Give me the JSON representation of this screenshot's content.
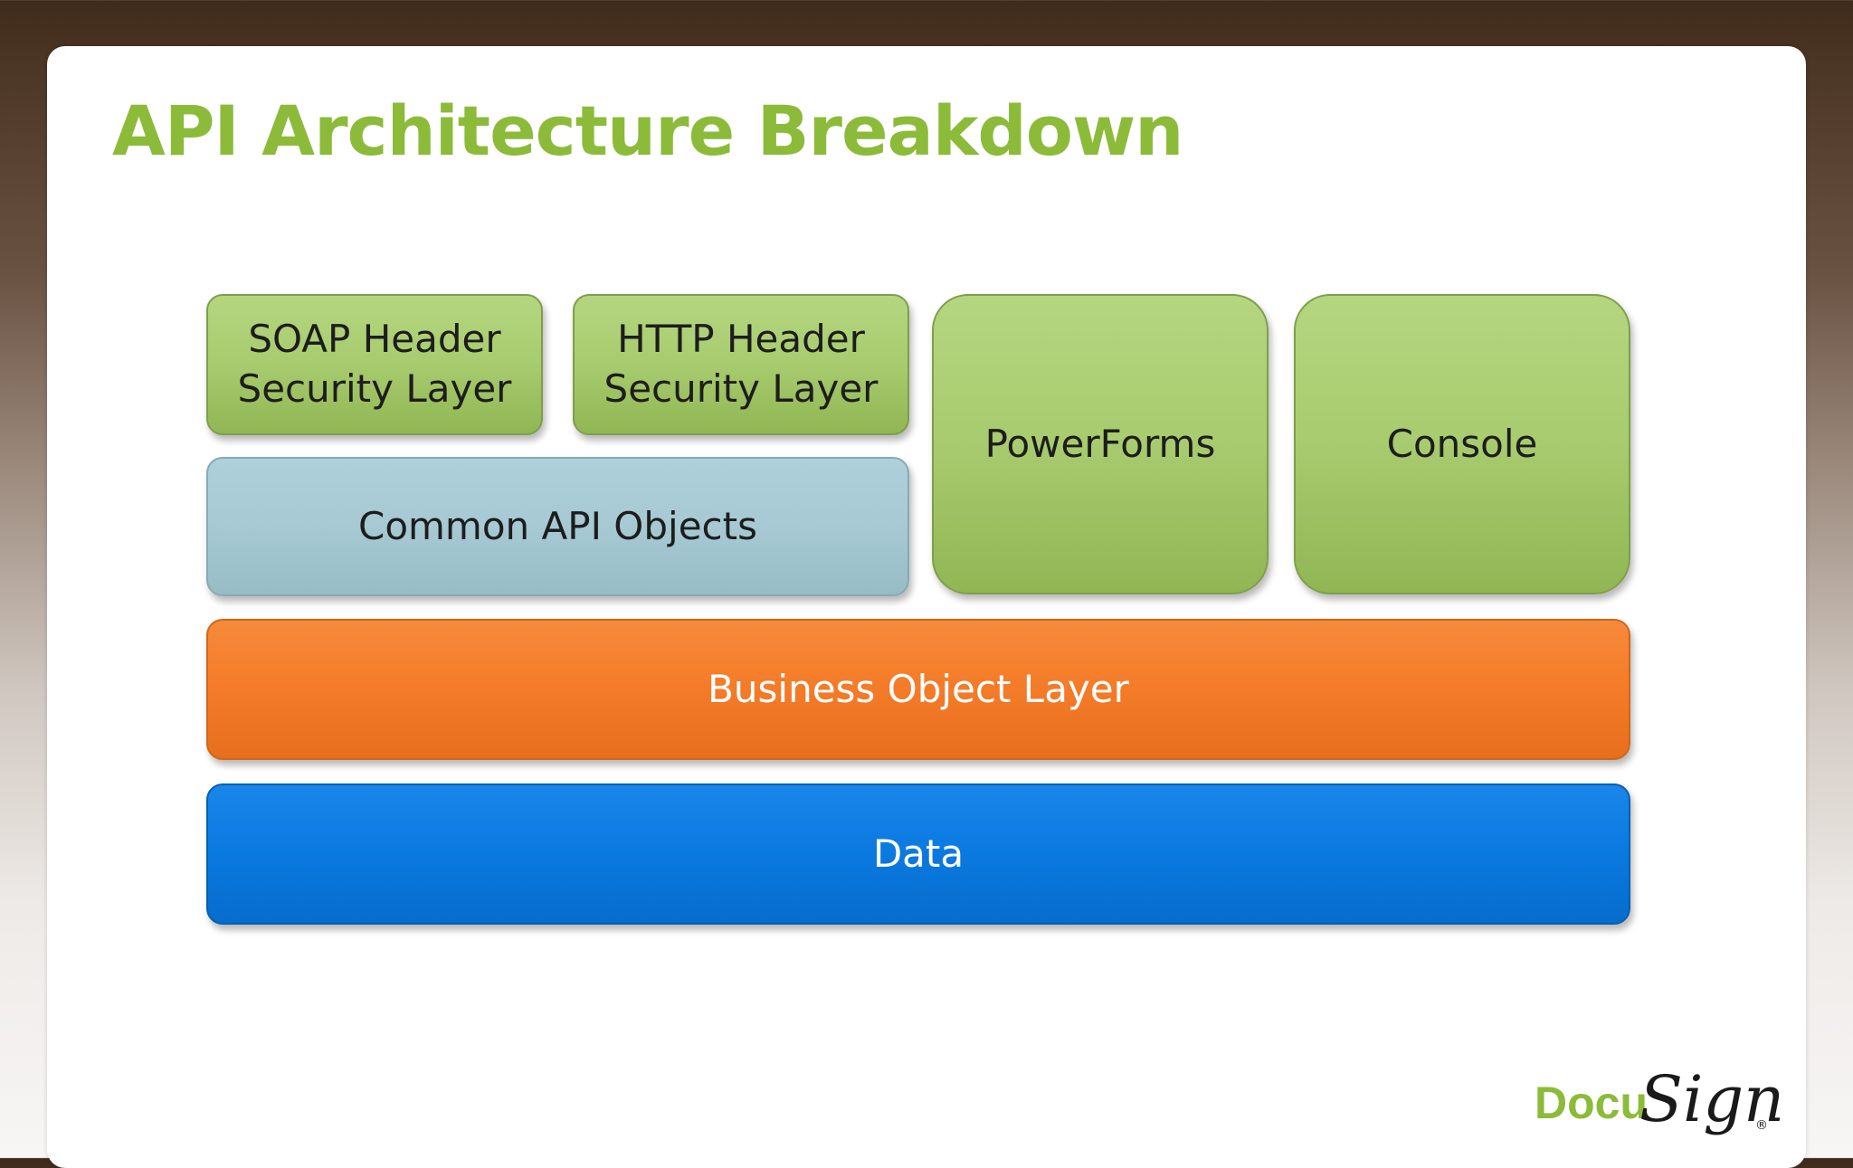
{
  "slide": {
    "title": "API Architecture Breakdown"
  },
  "diagram": {
    "blocks": [
      {
        "id": "soap",
        "label": "SOAP Header\nSecurity Layer",
        "color": "#a7cb6e"
      },
      {
        "id": "http",
        "label": "HTTP Header\nSecurity Layer",
        "color": "#a7cb6e"
      },
      {
        "id": "powerforms",
        "label": "PowerForms",
        "color": "#a7cb6e"
      },
      {
        "id": "console",
        "label": "Console",
        "color": "#a7cb6e"
      },
      {
        "id": "common",
        "label": "Common API Objects",
        "color": "#a6c9d3"
      },
      {
        "id": "business",
        "label": "Business Object Layer",
        "color": "#f47b28"
      },
      {
        "id": "data",
        "label": "Data",
        "color": "#0a79e0"
      }
    ]
  },
  "logo": {
    "docu": "Docu",
    "sign": "Sign",
    "registered": "®"
  },
  "colors": {
    "title": "#8cbb3a",
    "brand_green": "#8cbb3a"
  }
}
